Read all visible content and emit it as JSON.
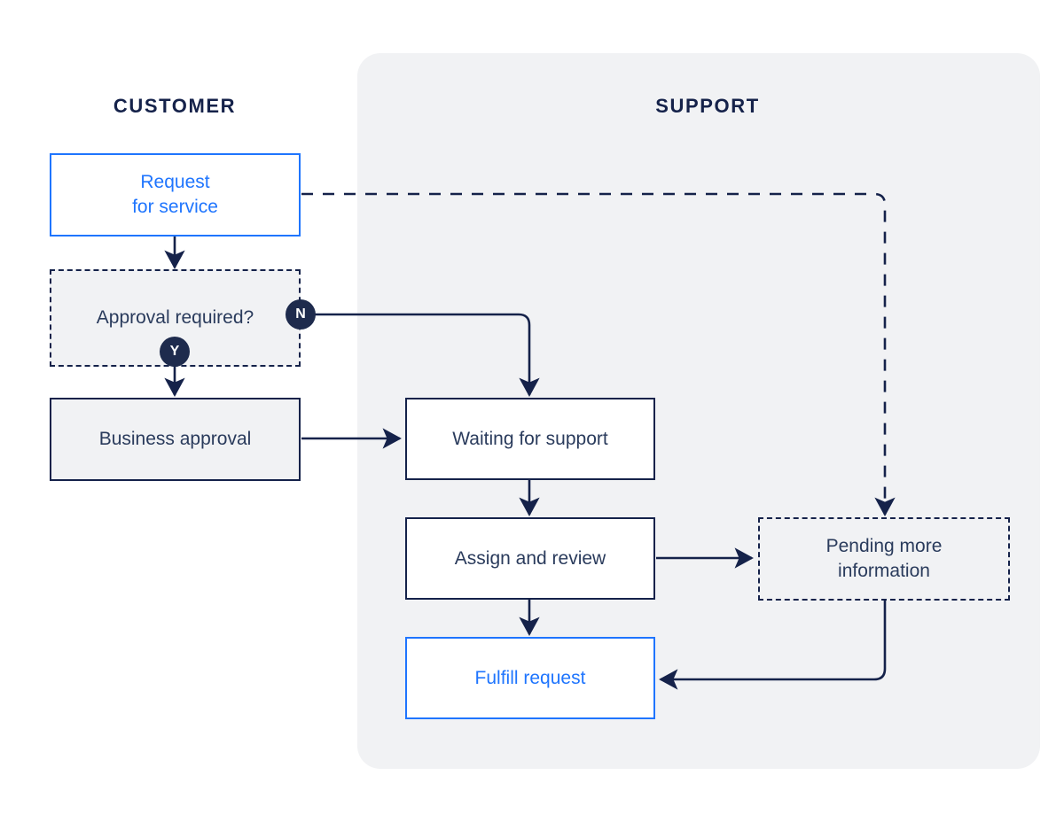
{
  "diagram": {
    "title_lanes": [
      {
        "id": "customer",
        "label": "CUSTOMER"
      },
      {
        "id": "support",
        "label": "SUPPORT"
      }
    ],
    "colors": {
      "navy": "#15224A",
      "navy_badge": "#1E2B4D",
      "blue": "#1F75FE",
      "panel_bg": "#F1F2F4",
      "node_fill_gray": "#F1F2F4",
      "node_fill_white": "#FFFFFF",
      "text_navy": "#2A3B5C",
      "page_bg": "#FFFFFF"
    },
    "nodes": [
      {
        "id": "request-for-service",
        "label": "Request\nfor service",
        "line1": "Request",
        "line2": "for service",
        "style": "blue-outline",
        "lane": "customer"
      },
      {
        "id": "approval-required",
        "label": "Approval required?",
        "style": "dashed-navy-gray-fill",
        "lane": "customer",
        "shape": "decision"
      },
      {
        "id": "business-approval",
        "label": "Business approval",
        "style": "solid-navy-gray-fill",
        "lane": "customer"
      },
      {
        "id": "waiting-for-support",
        "label": "Waiting for support",
        "style": "solid-navy-white-fill",
        "lane": "support"
      },
      {
        "id": "assign-and-review",
        "label": "Assign and review",
        "style": "solid-navy-white-fill",
        "lane": "support"
      },
      {
        "id": "pending-more-information",
        "label": "Pending more\ninformation",
        "line1": "Pending more",
        "line2": "information",
        "style": "dashed-navy-transparent",
        "lane": "support"
      },
      {
        "id": "fulfill-request",
        "label": "Fulfill request",
        "style": "blue-outline",
        "lane": "support"
      }
    ],
    "badges": [
      {
        "id": "decision-no",
        "label": "N",
        "on": "approval-required",
        "edge": "right"
      },
      {
        "id": "decision-yes",
        "label": "Y",
        "on": "approval-required",
        "edge": "bottom"
      }
    ],
    "edges": [
      {
        "id": "request-to-approval",
        "from": "request-for-service",
        "to": "approval-required",
        "style": "solid",
        "arrow": true
      },
      {
        "id": "approval-no-to-waiting",
        "from": "approval-required",
        "to": "waiting-for-support",
        "style": "solid",
        "arrow": true,
        "badge": "N"
      },
      {
        "id": "approval-yes-to-business",
        "from": "approval-required",
        "to": "business-approval",
        "style": "solid",
        "arrow": true,
        "badge": "Y"
      },
      {
        "id": "business-to-waiting",
        "from": "business-approval",
        "to": "waiting-for-support",
        "style": "solid",
        "arrow": true
      },
      {
        "id": "waiting-to-assign",
        "from": "waiting-for-support",
        "to": "assign-and-review",
        "style": "solid",
        "arrow": true
      },
      {
        "id": "assign-to-pending",
        "from": "assign-and-review",
        "to": "pending-more-information",
        "style": "solid",
        "arrow": true
      },
      {
        "id": "assign-to-fulfill",
        "from": "assign-and-review",
        "to": "fulfill-request",
        "style": "solid",
        "arrow": true
      },
      {
        "id": "request-to-pending",
        "from": "request-for-service",
        "to": "pending-more-information",
        "style": "dashed",
        "arrow": true
      },
      {
        "id": "pending-to-fulfill",
        "from": "pending-more-information",
        "to": "fulfill-request",
        "style": "solid",
        "arrow": true
      }
    ]
  }
}
